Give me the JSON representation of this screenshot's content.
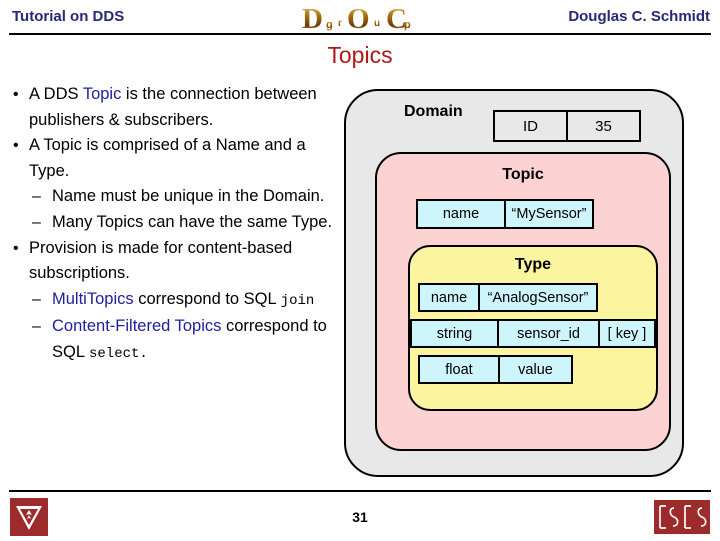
{
  "header": {
    "left_title": "Tutorial on DDS",
    "right_title": "Douglas C. Schmidt",
    "logo_name": "doc-group-logo",
    "logo_letters": [
      "D",
      "O",
      "C"
    ],
    "logo_subletters": [
      "g",
      "r",
      "u",
      "p"
    ]
  },
  "slide": {
    "title": "Topics",
    "title_color": "#b01818",
    "page_number": "31"
  },
  "bullets": [
    {
      "level": 1,
      "parts": [
        {
          "text": "A DDS ",
          "style": "plain"
        },
        {
          "text": "Topic",
          "style": "blue"
        },
        {
          "text": " is the connection between publishers & subscribers.",
          "style": "plain"
        }
      ]
    },
    {
      "level": 1,
      "parts": [
        {
          "text": "A Topic is comprised of a Name and a Type.",
          "style": "plain"
        }
      ]
    },
    {
      "level": 2,
      "parts": [
        {
          "text": "Name must be unique in the Domain.",
          "style": "plain"
        }
      ]
    },
    {
      "level": 2,
      "parts": [
        {
          "text": "Many Topics can have the same Type.",
          "style": "plain"
        }
      ]
    },
    {
      "level": 1,
      "parts": [
        {
          "text": "Provision is made for content-based subscriptions.",
          "style": "plain"
        }
      ]
    },
    {
      "level": 2,
      "parts": [
        {
          "text": "MultiTopics",
          "style": "blue"
        },
        {
          "text": " correspond to SQL ",
          "style": "plain"
        },
        {
          "text": "join",
          "style": "mono"
        }
      ]
    },
    {
      "level": 2,
      "parts": [
        {
          "text": "Content-Filtered Topics",
          "style": "blue"
        },
        {
          "text": " correspond to SQL ",
          "style": "plain"
        },
        {
          "text": "select.",
          "style": "mono"
        }
      ]
    }
  ],
  "diagram": {
    "domain": {
      "label": "Domain",
      "fill": "#e8e8e8",
      "id_row": {
        "key": "ID",
        "value": "35"
      }
    },
    "topic": {
      "label": "Topic",
      "fill": "#fcd2d2",
      "name_row": {
        "key": "name",
        "value": "“MySensor”"
      }
    },
    "type": {
      "label": "Type",
      "fill": "#fcf5a0",
      "rows": [
        {
          "cells": [
            "name",
            "“AnalogSensor”"
          ]
        },
        {
          "cells": [
            "string",
            "sensor_id",
            "[ key ]"
          ]
        },
        {
          "cells": [
            "float",
            "value"
          ]
        }
      ]
    },
    "field_fill": "#cdf5fb"
  },
  "footer": {
    "left_logo": "vanderbilt-v-logo",
    "right_logo": "isis-logo",
    "logo_color": "#9e2b2b"
  }
}
